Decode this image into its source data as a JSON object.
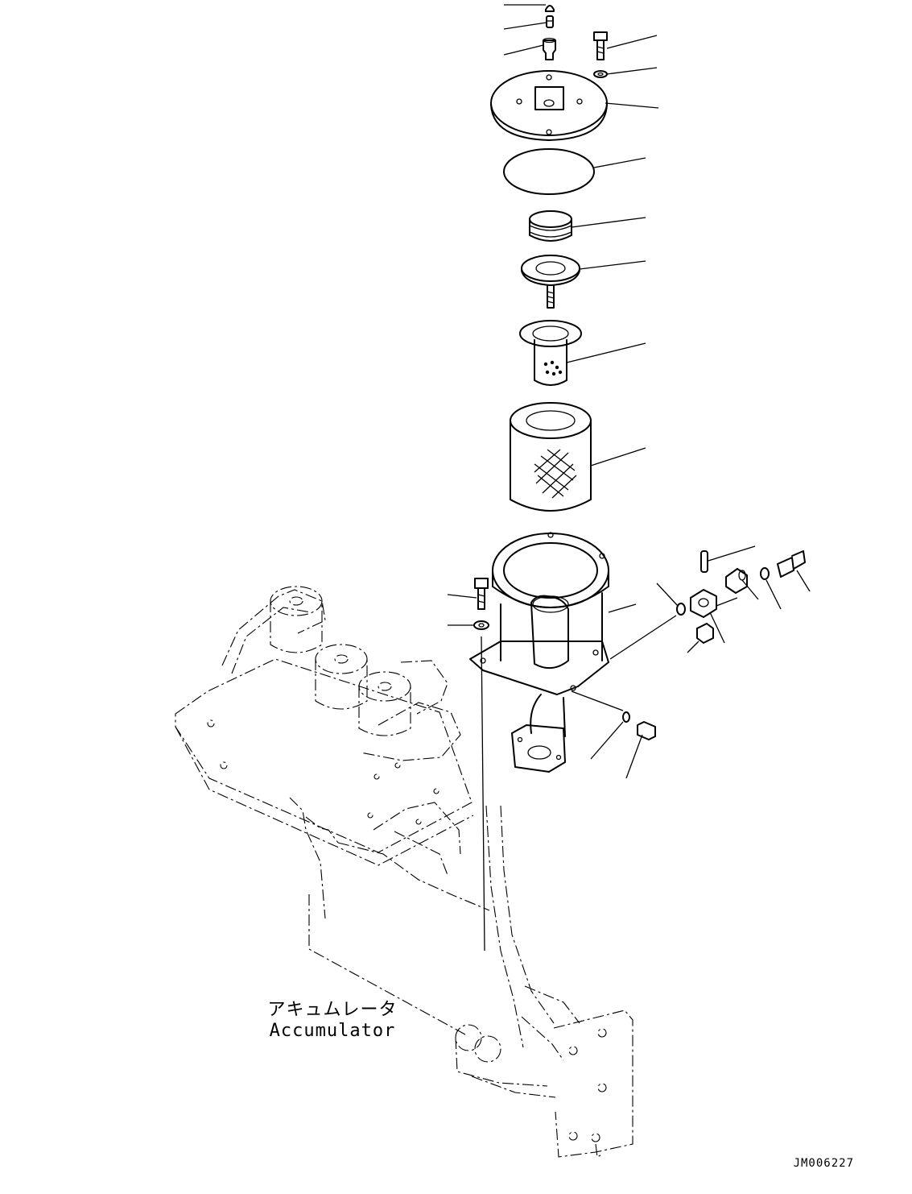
{
  "labels": {
    "accumulator_jp": "アキュムレータ",
    "accumulator_en": "Accumulator",
    "drawing_code": "JM006227"
  }
}
